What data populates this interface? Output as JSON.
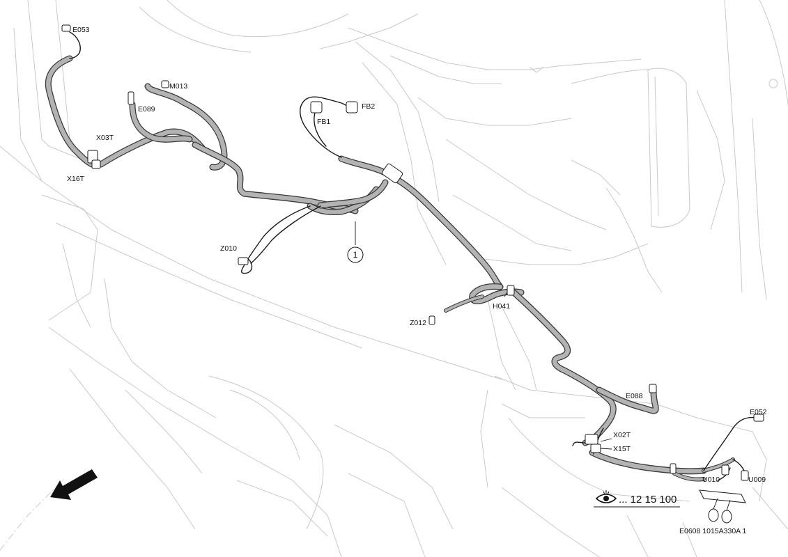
{
  "components": {
    "E053": "E053",
    "M013": "M013",
    "E089": "E089",
    "X03T": "X03T",
    "X16T": "X16T",
    "FB1": "FB1",
    "FB2": "FB2",
    "Z010": "Z010",
    "Z012": "Z012",
    "H041": "H041",
    "E088": "E088",
    "E052": "E052",
    "X02T": "X02T",
    "X15T": "X15T",
    "U010": "U010",
    "U009": "U009"
  },
  "callout": {
    "number": "1"
  },
  "view_reference": {
    "text": "... 12 15 100",
    "icon": "eye-icon"
  },
  "drawing_code": "E0608 1015A330A 1",
  "direction_arrow": {
    "icon": "travel-direction-arrow-icon"
  }
}
